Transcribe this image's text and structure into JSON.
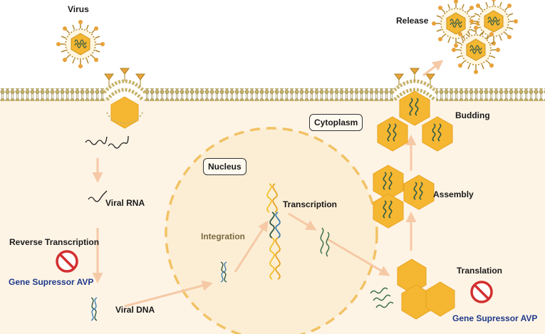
{
  "labels": {
    "virus": "Virus",
    "release": "Release",
    "cytoplasm": "Cytoplasm",
    "budding": "Budding",
    "nucleus": "Nucleus",
    "viral_rna": "Viral RNA",
    "transcription": "Transcription",
    "integration": "Integration",
    "assembly": "Assembly",
    "reverse_transcription": "Reverse Transcription",
    "gene_suppressor_left": "Gene Supressor AVP",
    "viral_dna": "Viral DNA",
    "translation": "Translation",
    "gene_suppressor_right": "Gene Supressor AVP"
  },
  "colors": {
    "cytoplasm": "#fdf4e6",
    "membrane": "#c7b26a",
    "capsid": "#f5b731",
    "arrow": "#f6c9a6",
    "nucleus_border": "#f2c265",
    "nucleus_fill": "#fbeed4",
    "prohibit": "#d32f2f",
    "accent_text": "#1f3a8a"
  },
  "icons": {
    "virus": "virus-icon",
    "prohibit": "prohibit-icon"
  }
}
